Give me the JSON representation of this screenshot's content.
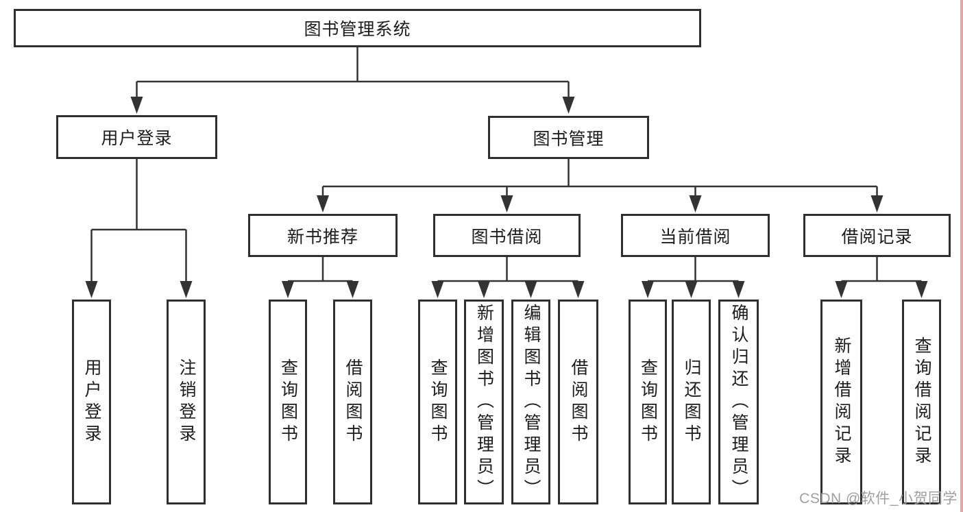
{
  "diagram_type": "tree",
  "nodes": {
    "root": "图书管理系统",
    "user_login": "用户登录",
    "book_mgmt": "图书管理",
    "new_book_rec": "新书推荐",
    "book_borrow": "图书借阅",
    "current_borrow": "当前借阅",
    "borrow_records": "借阅记录",
    "ul_user_login": "用户登录",
    "ul_logout": "注销登录",
    "nb_query_books": "查询图书",
    "nb_borrow_books": "借阅图书",
    "bb_query_books": "查询图书",
    "bb_add_books": "新增图书（管理员）",
    "bb_edit_books": "编辑图书（管理员）",
    "bb_borrow_books": "借阅图书",
    "cb_query_books": "查询图书",
    "cb_return_books": "归还图书",
    "cb_confirm_return": "确认归还（管理员）",
    "br_add_record": "新增借阅记录",
    "br_query_record": "查询借阅记录"
  },
  "hierarchy": {
    "图书管理系统": [
      "用户登录",
      "图书管理"
    ],
    "用户登录": [
      "用户登录",
      "注销登录"
    ],
    "图书管理": [
      "新书推荐",
      "图书借阅",
      "当前借阅",
      "借阅记录"
    ],
    "新书推荐": [
      "查询图书",
      "借阅图书"
    ],
    "图书借阅": [
      "查询图书",
      "新增图书（管理员）",
      "编辑图书（管理员）",
      "借阅图书"
    ],
    "当前借阅": [
      "查询图书",
      "归还图书",
      "确认归还（管理员）"
    ],
    "借阅记录": [
      "新增借阅记录",
      "查询借阅记录"
    ]
  },
  "watermark": {
    "text": "CSDN @软件_小贺同学",
    "color": "#9e9e9e"
  },
  "colors": {
    "background": "#ffffff",
    "line": "#333333",
    "box_border": "#2f2f2f",
    "text": "#1c1c1c",
    "edge_strip": "#f2a0a0"
  }
}
